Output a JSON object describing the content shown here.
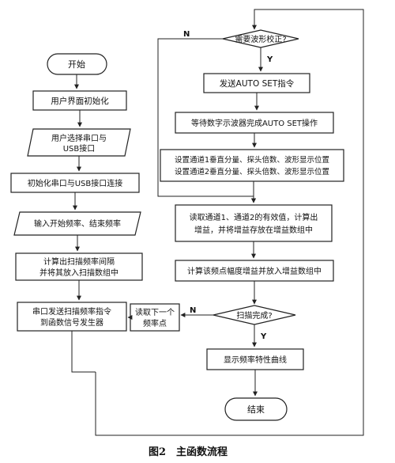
{
  "nodes": {
    "start": "开始",
    "init_ui": "用户界面初始化",
    "select_port_1": "用户选择串口与",
    "select_port_2": "USB接口",
    "init_port": "初始化串口与USB接口连接",
    "input_freq": "输入开始频率、结束频率",
    "calc_interval_1": "计算出扫描频率间隔",
    "calc_interval_2": "并将其放入扫描数组中",
    "send_scan_1": "串口发送扫描频率指令",
    "send_scan_2": "到函数信号发生器",
    "next_freq_1": "读取下一个",
    "next_freq_2": "频率点",
    "need_correct": "需要波形校正?",
    "send_auto_set": "发送AUTO SET指令",
    "wait_auto_set": "等待数字示波器完成AUTO SET操作",
    "set_ch1": "设置通道1垂直分量、探头倍数、波形显示位置",
    "set_ch2": "设置通道2垂直分量、探头倍数、波形显示位置",
    "read_valid_1": "读取通道1、通道2的有效值，计算出",
    "read_valid_2": "增益，并将增益存放在增益数组中",
    "calc_gain": "计算该频点幅度增益并放入增益数组中",
    "scan_done": "扫描完成?",
    "show_curve": "显示频率特性曲线",
    "end": "结束"
  },
  "branch_labels": {
    "no_top": "N",
    "yes_top": "Y",
    "no_scan": "N",
    "yes_scan": "Y"
  },
  "caption": "图2　主函数流程"
}
